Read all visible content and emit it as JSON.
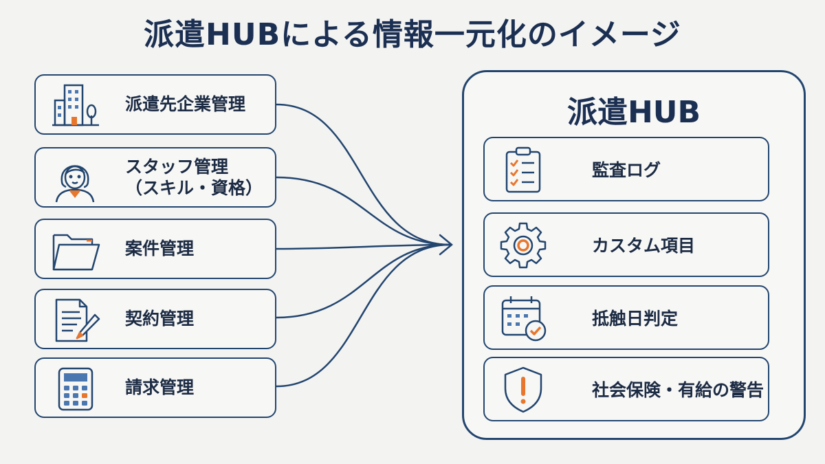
{
  "title": "派遣HUBによる情報一元化のイメージ",
  "sources": [
    {
      "icon": "office-building-icon",
      "lines": [
        "派遣先企業管理"
      ]
    },
    {
      "icon": "staff-person-icon",
      "lines": [
        "スタッフ管理",
        "（スキル・資格）"
      ]
    },
    {
      "icon": "folder-icon",
      "lines": [
        "案件管理"
      ]
    },
    {
      "icon": "contract-document-pen-icon",
      "lines": [
        "契約管理"
      ]
    },
    {
      "icon": "calculator-icon",
      "lines": [
        "請求管理"
      ]
    }
  ],
  "hub": {
    "title": "派遣HUB",
    "features": [
      {
        "icon": "clipboard-checklist-icon",
        "label": "監査ログ"
      },
      {
        "icon": "gear-icon",
        "label": "カスタム項目"
      },
      {
        "icon": "calendar-check-icon",
        "label": "抵触日判定"
      },
      {
        "icon": "shield-warning-icon",
        "label": "社会保険・有給の警告"
      }
    ]
  },
  "colors": {
    "navy": "#22456f",
    "accent": "#e8762c",
    "background": "#f3f3f1"
  }
}
